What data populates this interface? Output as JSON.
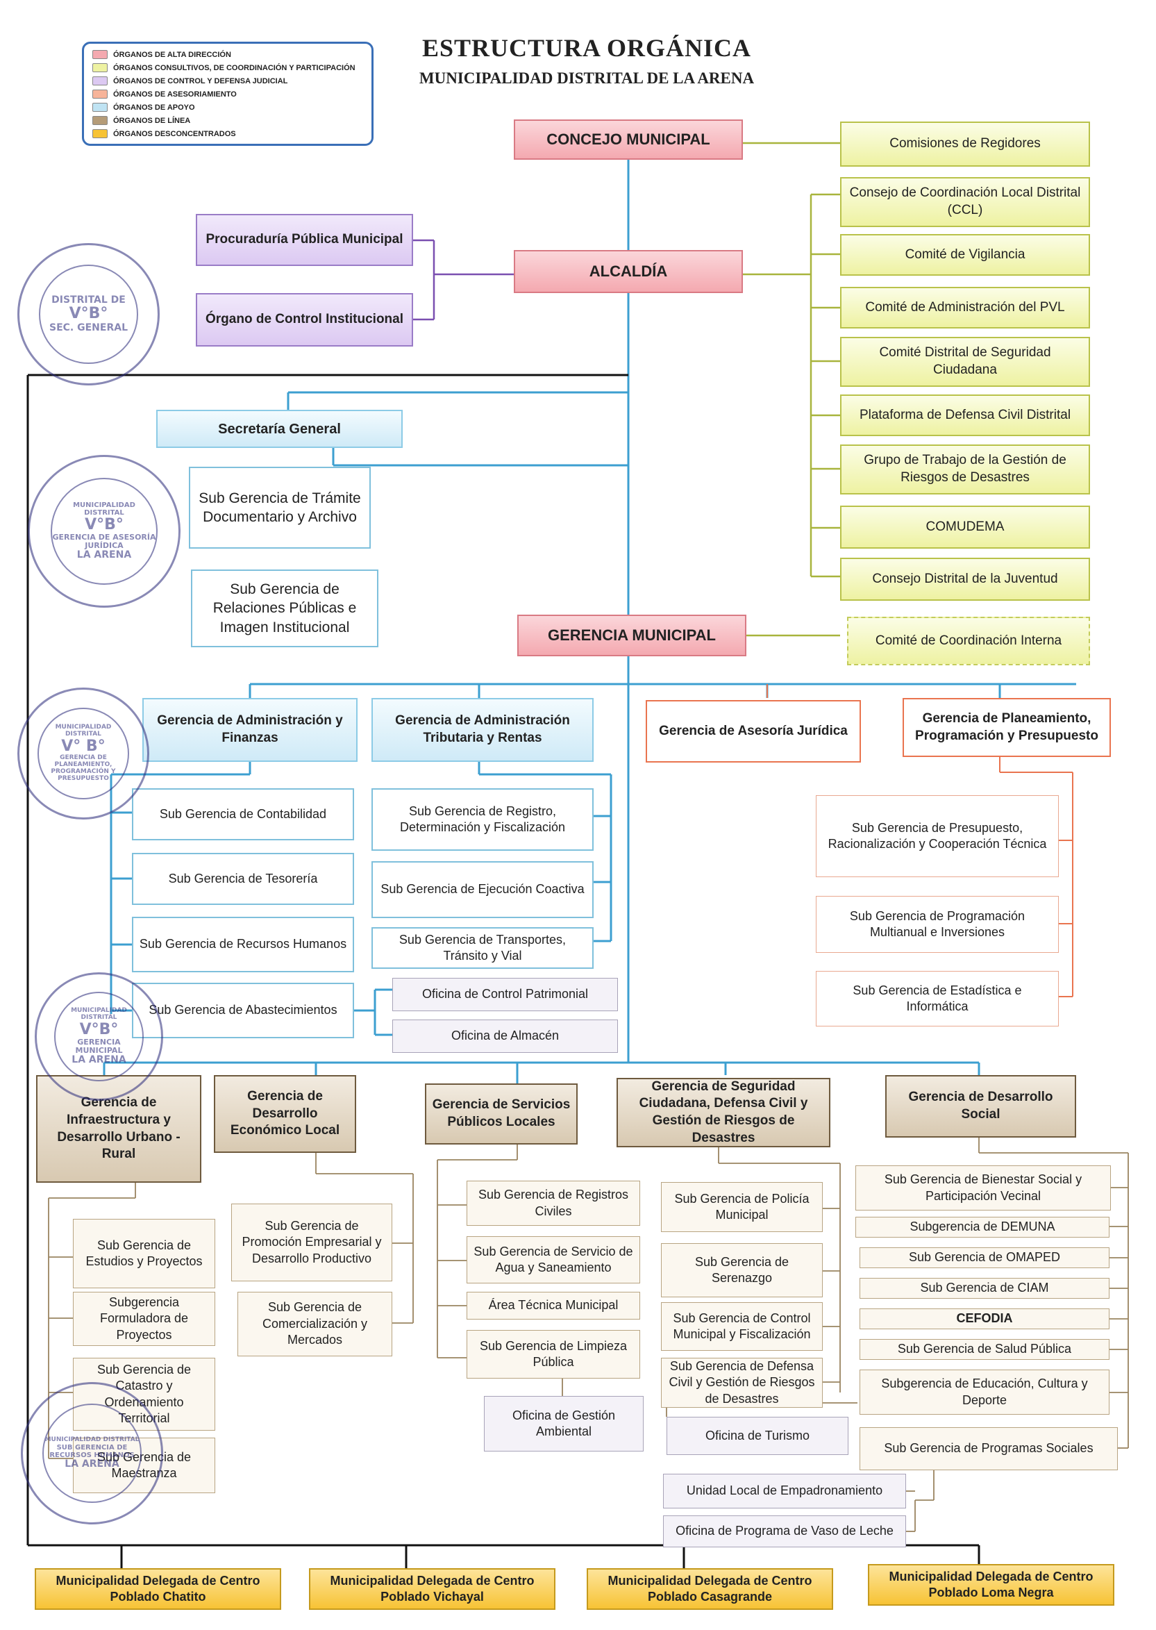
{
  "header": {
    "title": "ESTRUCTURA ORGÁNICA",
    "subtitle": "MUNICIPALIDAD DISTRITAL DE LA ARENA"
  },
  "legend": [
    {
      "label": "ÓRGANOS DE ALTA DIRECCIÓN",
      "color": "#f4a9b0"
    },
    {
      "label": "ÓRGANOS CONSULTIVOS, DE COORDINACIÓN Y PARTICIPACIÓN",
      "color": "#eef2a2"
    },
    {
      "label": "ÓRGANOS DE CONTROL Y DEFENSA JUDICIAL",
      "color": "#dcc9f2"
    },
    {
      "label": "ÓRGANOS DE ASESORIAMIENTO",
      "color": "#f7b49a"
    },
    {
      "label": "ÓRGANOS DE APOYO",
      "color": "#bfe3f3"
    },
    {
      "label": "ÓRGANOS DE LÍNEA",
      "color": "#b59c78"
    },
    {
      "label": "ÓRGANOS DESCONCENTRADOS",
      "color": "#f7c335"
    }
  ],
  "alta": {
    "concejo": "CONCEJO MUNICIPAL",
    "alcaldia": "ALCALDÍA",
    "gerencia": "GERENCIA MUNICIPAL"
  },
  "control": {
    "procuraduria": "Procuraduría Pública Municipal",
    "oci": "Órgano de Control Institucional"
  },
  "consultivos": {
    "comisiones": "Comisiones de Regidores",
    "items": [
      "Consejo de Coordinación Local Distrital (CCL)",
      "Comité de Vigilancia",
      "Comité de Administración del PVL",
      "Comité Distrital de Seguridad Ciudadana",
      "Plataforma de Defensa Civil Distrital",
      "Grupo de Trabajo de la Gestión de Riesgos de Desastres",
      "COMUDEMA",
      "Consejo Distrital de la Juventud"
    ],
    "coordinacion_interna": "Comité de Coordinación Interna"
  },
  "secretaria": {
    "title": "Secretaría General",
    "subs": [
      "Sub Gerencia de Trámite Documentario y Archivo",
      "Sub Gerencia de Relaciones Públicas e Imagen Institucional"
    ]
  },
  "admin_finanzas": {
    "title": "Gerencia de Administración y Finanzas",
    "subs": [
      "Sub Gerencia de Contabilidad",
      "Sub Gerencia de Tesorería",
      "Sub Gerencia de Recursos Humanos",
      "Sub Gerencia de Abastecimientos"
    ],
    "oficinas": [
      "Oficina de Control Patrimonial",
      "Oficina de Almacén"
    ]
  },
  "tributaria": {
    "title": "Gerencia de Administración Tributaria y Rentas",
    "subs": [
      "Sub Gerencia de Registro, Determinación y Fiscalización",
      "Sub Gerencia de Ejecución Coactiva",
      "Sub Gerencia de Transportes, Tránsito y Vial"
    ]
  },
  "asesoria": {
    "title": "Gerencia de Asesoría Jurídica"
  },
  "planeamiento": {
    "title": "Gerencia de Planeamiento, Programación y Presupuesto",
    "subs": [
      "Sub Gerencia de Presupuesto, Racionalización y Cooperación Técnica",
      "Sub Gerencia de Programación Multianual e Inversiones",
      "Sub Gerencia de Estadística e Informática"
    ]
  },
  "infra": {
    "title": "Gerencia de Infraestructura y Desarrollo Urbano - Rural",
    "subs": [
      "Sub Gerencia de Estudios y Proyectos",
      "Subgerencia Formuladora de Proyectos",
      "Sub Gerencia de Catastro y Ordenamiento Territorial",
      "Sub Gerencia de Maestranza"
    ]
  },
  "economico": {
    "title": "Gerencia de Desarrollo Económico Local",
    "subs": [
      "Sub Gerencia de Promoción Empresarial y Desarrollo Productivo",
      "Sub Gerencia de Comercialización y Mercados"
    ]
  },
  "servicios": {
    "title": "Gerencia de Servicios Públicos Locales",
    "subs": [
      "Sub Gerencia de Registros Civiles",
      "Sub Gerencia de Servicio de Agua y Saneamiento",
      "Área Técnica Municipal",
      "Sub Gerencia de Limpieza Pública"
    ],
    "oficina": "Oficina de Gestión Ambiental"
  },
  "seguridad": {
    "title": "Gerencia de Seguridad Ciudadana, Defensa Civil y Gestión de Riesgos de Desastres",
    "subs": [
      "Sub Gerencia de Policía Municipal",
      "Sub Gerencia de Serenazgo",
      "Sub Gerencia de Control Municipal y Fiscalización",
      "Sub Gerencia de Defensa Civil y Gestión de Riesgos de Desastres"
    ],
    "oficina": "Oficina de Turismo"
  },
  "social": {
    "title": "Gerencia de Desarrollo Social",
    "subs": [
      "Sub Gerencia de Bienestar Social y Participación Vecinal",
      "Subgerencia de DEMUNA",
      "Sub Gerencia de OMAPED",
      "Sub Gerencia de CIAM",
      "CEFODIA",
      "Sub Gerencia de Salud Pública",
      "Subgerencia de Educación, Cultura y Deporte",
      "Sub Gerencia de Programas Sociales"
    ],
    "oficinas": [
      "Unidad Local de Empadronamiento",
      "Oficina de Programa de Vaso de Leche"
    ]
  },
  "desconcentrados": [
    "Municipalidad Delegada de Centro Poblado Chatito",
    "Municipalidad Delegada de Centro Poblado Vichayal",
    "Municipalidad Delegada de Centro Poblado Casagrande",
    "Municipalidad Delegada de Centro Poblado Loma Negra"
  ],
  "stamps": [
    {
      "top": "DISTRITAL DE",
      "vb": "V°B°",
      "bottom": "SEC. GENERAL"
    },
    {
      "top": "MUNICIPALIDAD DISTRITAL",
      "vb": "V°B°",
      "bottom": "GERENCIA DE ASESORÍA JURÍDICA",
      "foot": "LA ARENA"
    },
    {
      "top": "MUNICIPALIDAD DISTRITAL",
      "vb": "V° B°",
      "bottom": "GERENCIA DE PLANEAMIENTO, PROGRAMACIÓN Y PRESUPUESTO"
    },
    {
      "top": "MUNICIPALIDAD DISTRITAL",
      "vb": "V°B°",
      "bottom": "GERENCIA MUNICIPAL",
      "foot": "LA ARENA"
    },
    {
      "top": "MUNICIPALIDAD DISTRITAL",
      "bottom": "SUB GERENCIA DE RECURSOS HUMANOS",
      "foot": "LA ARENA"
    }
  ]
}
